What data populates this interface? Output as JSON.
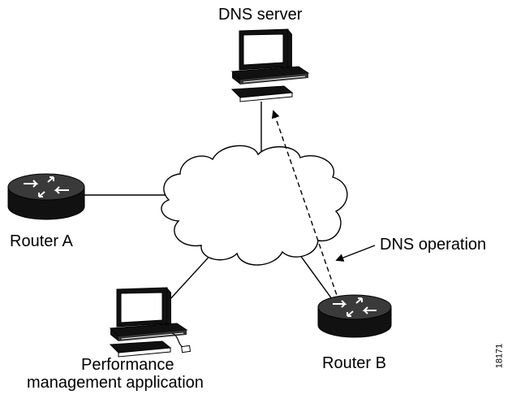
{
  "labels": {
    "dns_server": "DNS server",
    "router_a": "Router A",
    "router_b": "Router B",
    "dns_operation": "DNS operation",
    "perf_app_line1": "Performance",
    "perf_app_line2": "management application",
    "figure_id": "18171"
  },
  "colors": {
    "stroke": "#000000",
    "fill": "#ffffff",
    "device_dark": "#111111",
    "router_top": "#3a3a3a"
  }
}
